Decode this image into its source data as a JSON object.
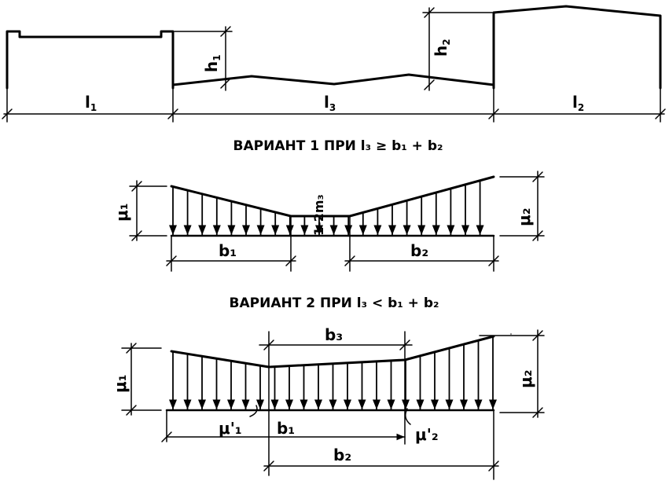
{
  "section_top": {
    "l1": "l",
    "l1_sub": "1",
    "l3": "l",
    "l3_sub": "3",
    "l2": "l",
    "l2_sub": "2",
    "h1": "h",
    "h1_sub": "1",
    "h2": "h",
    "h2_sub": "2"
  },
  "variant1": {
    "title": "ВАРИАНТ 1  ПРИ  l₃ ≥ b₁ + b₂",
    "mu1": "μ₁",
    "mu2": "μ₂",
    "mid_label": "1-2m₃",
    "b1": "b₁",
    "b2": "b₂"
  },
  "variant2": {
    "title": "ВАРИАНТ 2  ПРИ  l₃ < b₁ + b₂",
    "mu1": "μ₁",
    "mu2": "μ₂",
    "mu1_prime": "μ'₁",
    "mu2_prime": "μ'₂",
    "b1": "b₁",
    "b2": "b₂",
    "b3": "b₃"
  }
}
